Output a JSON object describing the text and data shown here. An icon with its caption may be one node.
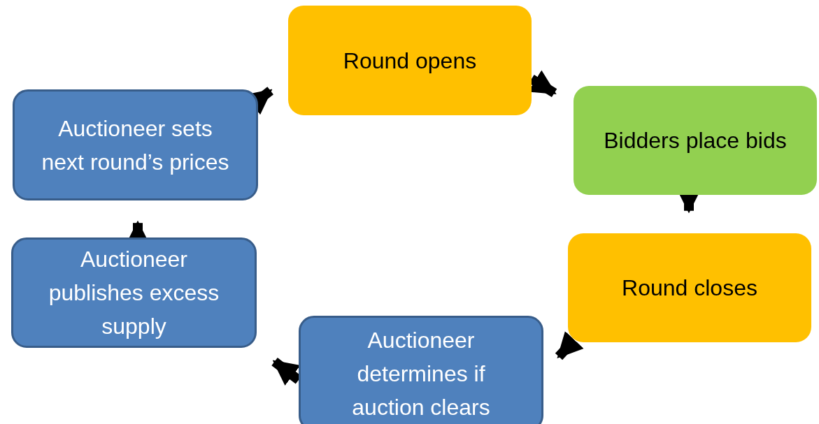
{
  "diagram": {
    "nodes": [
      {
        "text": [
          "Round opens"
        ]
      },
      {
        "text": [
          "Bidders place bids"
        ]
      },
      {
        "text": [
          "Round closes"
        ]
      },
      {
        "text": [
          "Auctioneer determines if auction clears"
        ]
      },
      {
        "text": [
          "Auctioneer publishes excess supply"
        ]
      },
      {
        "text": [
          "Auctioneer sets next round’s prices"
        ]
      }
    ],
    "edges": [
      {
        "from": 0,
        "to": 1,
        "arrow": "to"
      },
      {
        "from": 1,
        "to": 2,
        "arrow": "to"
      },
      {
        "from": 2,
        "to": 3,
        "arrow": "to"
      },
      {
        "from": 3,
        "to": 4,
        "arrow": "to"
      },
      {
        "from": 4,
        "to": 5,
        "arrow": "to"
      },
      {
        "from": 5,
        "to": 0,
        "arrow": "to"
      }
    ]
  }
}
